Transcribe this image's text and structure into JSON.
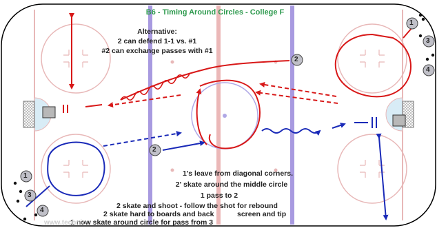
{
  "title": "B6 - Timing Around Circles - College F",
  "alternative": {
    "heading": "Alternative:",
    "line1": "2 can defend 1-1 vs. #1",
    "line2": "#2 can exchange passes with #1"
  },
  "instructions": {
    "line1": "1's leave from diagonal corners.",
    "line2": "2' skate around the middle circle",
    "line3": "1 pass to 2",
    "line4": "2 skate and shoot - follow the shot for rebound",
    "line5a": "2 skate hard to boards and back",
    "line5b": "screen and tip",
    "line6": "1 now skate around circle for pass from 3"
  },
  "watermark": "www.technic",
  "players": {
    "p1_top_right": "1",
    "p3_right": "3",
    "p4_right": "4",
    "p2_center": "2",
    "p2_low": "2",
    "p1_left": "1",
    "p3_left": "3",
    "p4_left": "4"
  },
  "colors": {
    "red_line": "#e8b8b8",
    "blue_line": "#9a8ad8",
    "red_path": "#d81818",
    "blue_path": "#1a2ab8",
    "title": "#2e9a4e",
    "crease": "#d8ecf6",
    "player_fill": "#c0c0c8"
  }
}
